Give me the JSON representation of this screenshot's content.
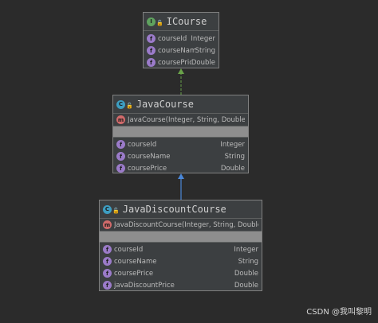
{
  "diagram": {
    "interface": {
      "name": "ICourse",
      "fields": [
        {
          "name": "courseId",
          "type": "Integer"
        },
        {
          "name": "courseName",
          "type": "String"
        },
        {
          "name": "coursePrice",
          "type": "Double"
        }
      ]
    },
    "java_course": {
      "name": "JavaCourse",
      "constructor": "JavaCourse(Integer, String, Double)",
      "fields": [
        {
          "name": "courseId",
          "type": "Integer"
        },
        {
          "name": "courseName",
          "type": "String"
        },
        {
          "name": "coursePrice",
          "type": "Double"
        }
      ]
    },
    "java_discount_course": {
      "name": "JavaDiscountCourse",
      "constructor": "JavaDiscountCourse(Integer, String, Double)",
      "fields": [
        {
          "name": "courseId",
          "type": "Integer"
        },
        {
          "name": "courseName",
          "type": "String"
        },
        {
          "name": "coursePrice",
          "type": "Double"
        },
        {
          "name": "javaDiscountPrice",
          "type": "Double"
        }
      ]
    },
    "edges": [
      {
        "from": "JavaCourse",
        "to": "ICourse",
        "relation": "implements",
        "style": "dashed",
        "color": "#6aa34a"
      },
      {
        "from": "JavaDiscountCourse",
        "to": "JavaCourse",
        "relation": "extends",
        "style": "solid",
        "color": "#4a87d8"
      }
    ]
  },
  "badges": {
    "interface": "I",
    "class": "C",
    "method": "m",
    "field": "f"
  },
  "watermark": "CSDN @我叫黎明"
}
